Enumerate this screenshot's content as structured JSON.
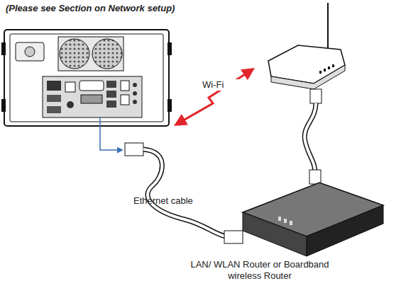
{
  "diagram": {
    "labels": [
      "(Please see Section on Network setup)",
      "Wi-Fi",
      "Ethernet cable",
      "LAN/ WLAN Router or Boardband wireless Router"
    ]
  }
}
